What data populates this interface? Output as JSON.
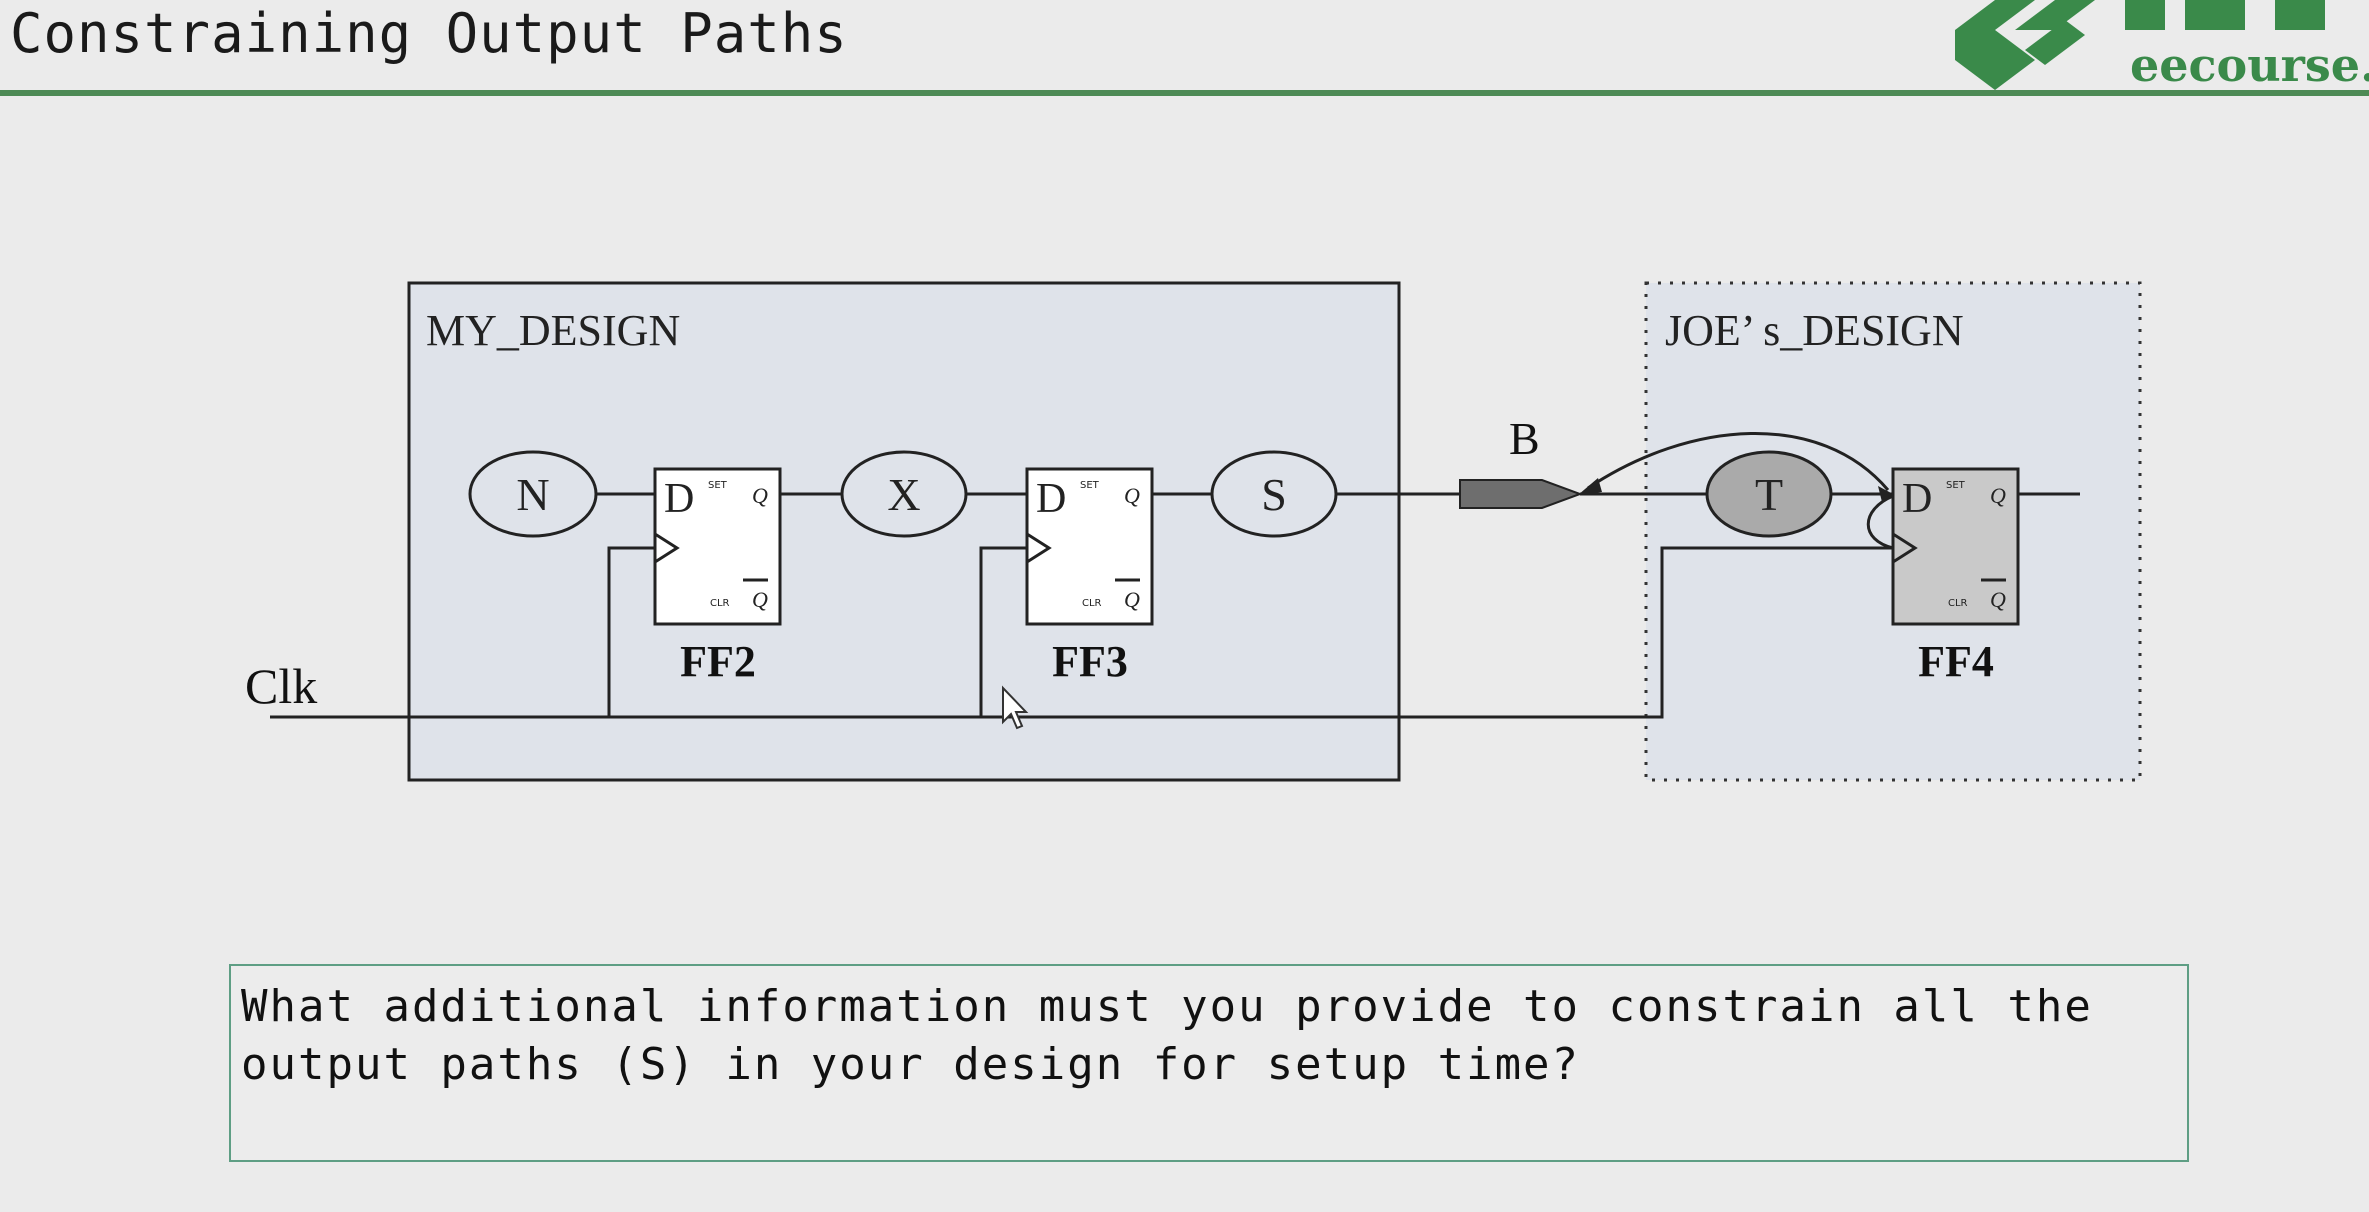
{
  "slide": {
    "title": "Constraining Output Paths",
    "logo_text": "eecourse.c",
    "question": "What additional information must you provide to constrain all the output paths (S) in your design for setup time?"
  },
  "diagram": {
    "my_design_label": "MY_DESIGN",
    "joes_design_label": "JOE’ s_DESIGN",
    "clock_label": "Clk",
    "port_label": "B",
    "logic_clouds": [
      "N",
      "X",
      "S",
      "T"
    ],
    "flip_flops": [
      {
        "name": "FF2",
        "d": "D",
        "q": "Q",
        "qbar": "Q",
        "set": "SET",
        "clr": "CLR"
      },
      {
        "name": "FF3",
        "d": "D",
        "q": "Q",
        "qbar": "Q",
        "set": "SET",
        "clr": "CLR"
      },
      {
        "name": "FF4",
        "d": "D",
        "q": "Q",
        "qbar": "Q",
        "set": "SET",
        "clr": "CLR"
      }
    ]
  },
  "colors": {
    "title_rule": "#4d8a55",
    "block_fill": "#dfe3ea",
    "ff4_fill": "#c9c9c9",
    "port_fill": "#6e6e6e",
    "question_border": "#5e9e84"
  }
}
